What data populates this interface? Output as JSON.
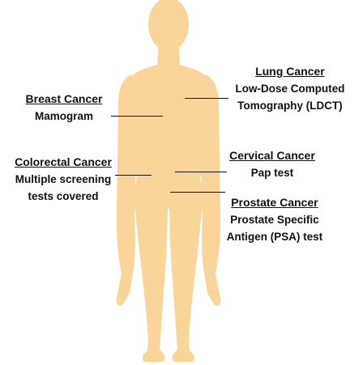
{
  "colors": {
    "body_fill": "#F9D59A",
    "text": "#111111",
    "leader_line": "#111111",
    "background": "#FFFFFF"
  },
  "figure": {
    "icon": "human-body-silhouette"
  },
  "labels": {
    "lung": {
      "heading": "Lung Cancer",
      "detail_line1": "Low-Dose Computed",
      "detail_line2": "Tomography (LDCT)"
    },
    "breast": {
      "heading": "Breast Cancer",
      "detail_line1": "Mamogram"
    },
    "cervical": {
      "heading": "Cervical Cancer",
      "detail_line1": "Pap test"
    },
    "colorectal": {
      "heading": "Colorectal Cancer",
      "detail_line1": "Multiple screening",
      "detail_line2": "tests covered"
    },
    "prostate": {
      "heading": "Prostate Cancer",
      "detail_line1": "Prostate Specific",
      "detail_line2": "Antigen (PSA) test"
    }
  }
}
